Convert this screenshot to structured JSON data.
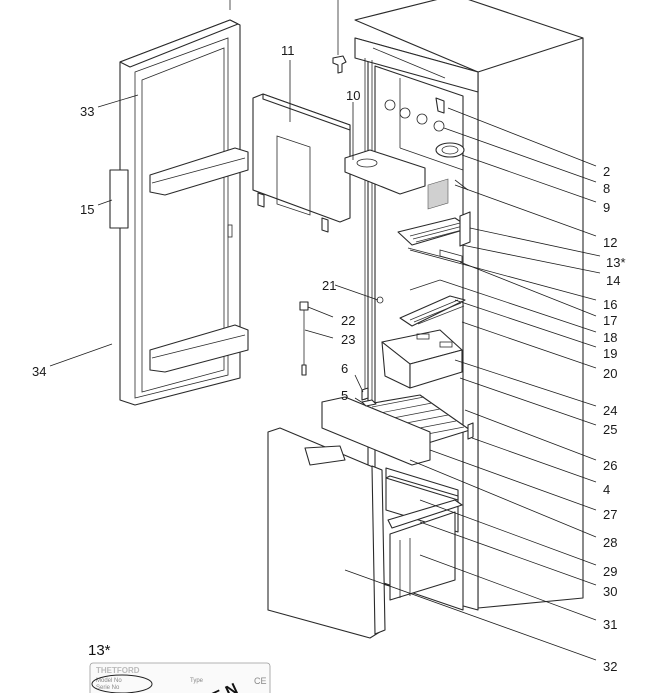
{
  "diagram": {
    "subject": "Refrigerator exploded parts view",
    "callouts": [
      {
        "id": "2",
        "label": "2"
      },
      {
        "id": "4",
        "label": "4"
      },
      {
        "id": "5",
        "label": "5"
      },
      {
        "id": "6",
        "label": "6"
      },
      {
        "id": "8",
        "label": "8"
      },
      {
        "id": "9",
        "label": "9"
      },
      {
        "id": "10",
        "label": "10"
      },
      {
        "id": "11",
        "label": "11"
      },
      {
        "id": "12",
        "label": "12"
      },
      {
        "id": "13",
        "label": "13*"
      },
      {
        "id": "14",
        "label": "14"
      },
      {
        "id": "15",
        "label": "15"
      },
      {
        "id": "16",
        "label": "16"
      },
      {
        "id": "17",
        "label": "17"
      },
      {
        "id": "18",
        "label": "18"
      },
      {
        "id": "19",
        "label": "19"
      },
      {
        "id": "20",
        "label": "20"
      },
      {
        "id": "21",
        "label": "21"
      },
      {
        "id": "22",
        "label": "22"
      },
      {
        "id": "23",
        "label": "23"
      },
      {
        "id": "24",
        "label": "24"
      },
      {
        "id": "25",
        "label": "25"
      },
      {
        "id": "26",
        "label": "26"
      },
      {
        "id": "27",
        "label": "27"
      },
      {
        "id": "28",
        "label": "28"
      },
      {
        "id": "29",
        "label": "29"
      },
      {
        "id": "30",
        "label": "30"
      },
      {
        "id": "31",
        "label": "31"
      },
      {
        "id": "32",
        "label": "32"
      },
      {
        "id": "33",
        "label": "33"
      },
      {
        "id": "34",
        "label": "34"
      }
    ],
    "inset": {
      "title": "13*",
      "plate": {
        "brand": "THETFORD",
        "model_label": "Model No",
        "serial_label": "Serie No",
        "type_text": "Type",
        "mark": "CE",
        "stamp": "E N"
      }
    }
  }
}
